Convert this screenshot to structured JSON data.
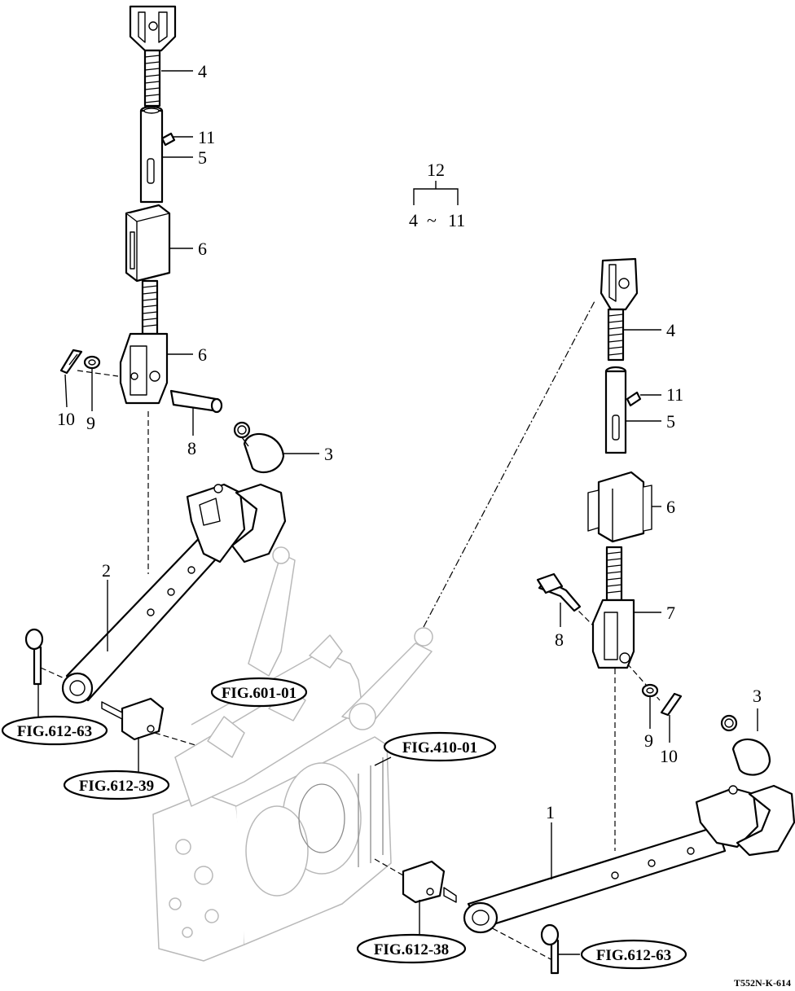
{
  "diagram": {
    "callouts": {
      "p4_left": "4",
      "p11_left": "11",
      "p5_left": "5",
      "p6_left_upper": "6",
      "p6_left_lower": "6",
      "p10_left": "10",
      "p9_left": "9",
      "p8_left": "8",
      "p3_left": "3",
      "p2": "2",
      "p4_right": "4",
      "p11_right": "11",
      "p5_right": "5",
      "p6_right": "6",
      "p7_right": "7",
      "p8_right": "8",
      "p9_right": "9",
      "p10_right": "10",
      "p3_right": "3",
      "p1": "1"
    },
    "assembly": {
      "number": "12",
      "from": "4",
      "separator": "~",
      "to": "11"
    },
    "figure_refs": {
      "fig_601_01": "FIG.601-01",
      "fig_410_01": "FIG.410-01",
      "fig_612_63_left": "FIG.612-63",
      "fig_612_39": "FIG.612-39",
      "fig_612_38": "FIG.612-38",
      "fig_612_63_right": "FIG.612-63"
    },
    "drawing_code": "T552N-K-614"
  }
}
